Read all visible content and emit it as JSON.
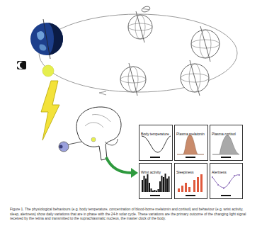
{
  "diagram": {
    "caption": "Figure 1. The physiological behaviours (e.g. body temperature, concentration of blood-borne melatonin and cortisol) and behaviour (e.g. wrist activity, sleep, alertness) show daily variations that are in phase with the 24-h solar cycle. These variations are the primary outcome of the changing light signal received by the retina and transmitted to the suprachiasmatic nucleus, the master clock of the body.",
    "nodes": [
      {
        "text": [
          "Body temperature"
        ]
      },
      {
        "text": [
          "Plasma melatonin"
        ]
      },
      {
        "text": [
          "Plasma cortisol"
        ]
      },
      {
        "text": [
          "Wrist activity"
        ]
      },
      {
        "text": [
          "Sleepiness"
        ]
      },
      {
        "text": [
          "Alertness"
        ]
      }
    ]
  }
}
